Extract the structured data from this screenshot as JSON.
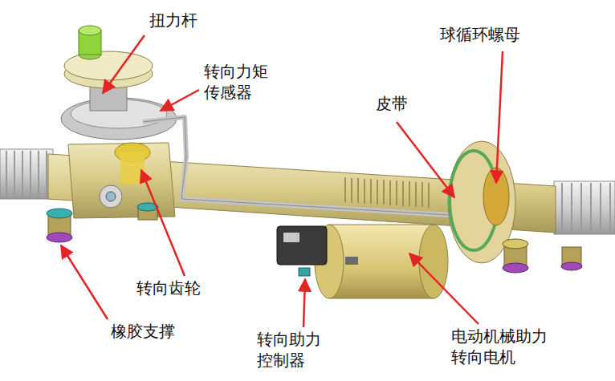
{
  "diagram": {
    "labels": [
      "扭力杆",
      "转向力矩 传感器",
      "皮带",
      "球循环螺母",
      "转向齿轮",
      "橡胶支撑",
      "转向助力 控制器",
      "电动机械助力 转向电机"
    ]
  }
}
